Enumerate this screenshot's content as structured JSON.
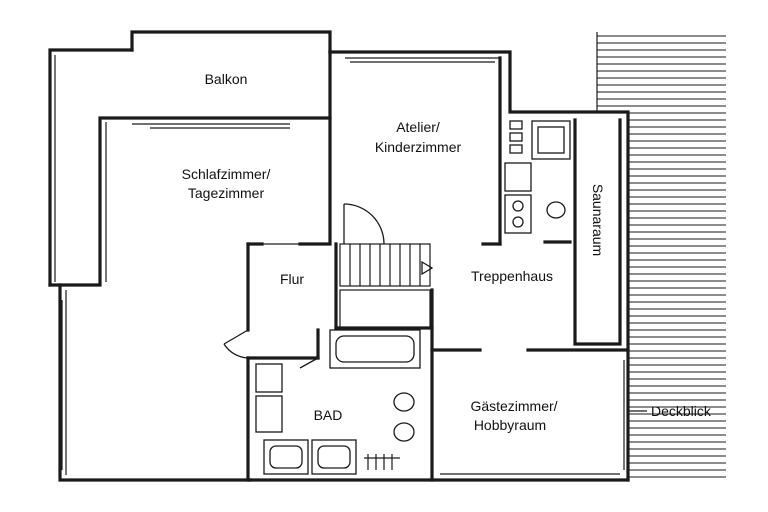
{
  "rooms": {
    "balkon": "Balkon",
    "schlafzimmer": [
      "Schlafzimmer/",
      "Tagezimmer"
    ],
    "atelier": [
      "Atelier/",
      "Kinderzimmer"
    ],
    "flur": "Flur",
    "treppenhaus": "Treppenhaus",
    "saunaraum": "Saunaraum",
    "bad": "BAD",
    "gaestezimmer": [
      "Gästezimmer/",
      "Hobbyraum"
    ]
  },
  "annotations": {
    "deckblick": "Deckblick"
  },
  "colors": {
    "line": "#1a1a1a",
    "background": "#ffffff"
  }
}
